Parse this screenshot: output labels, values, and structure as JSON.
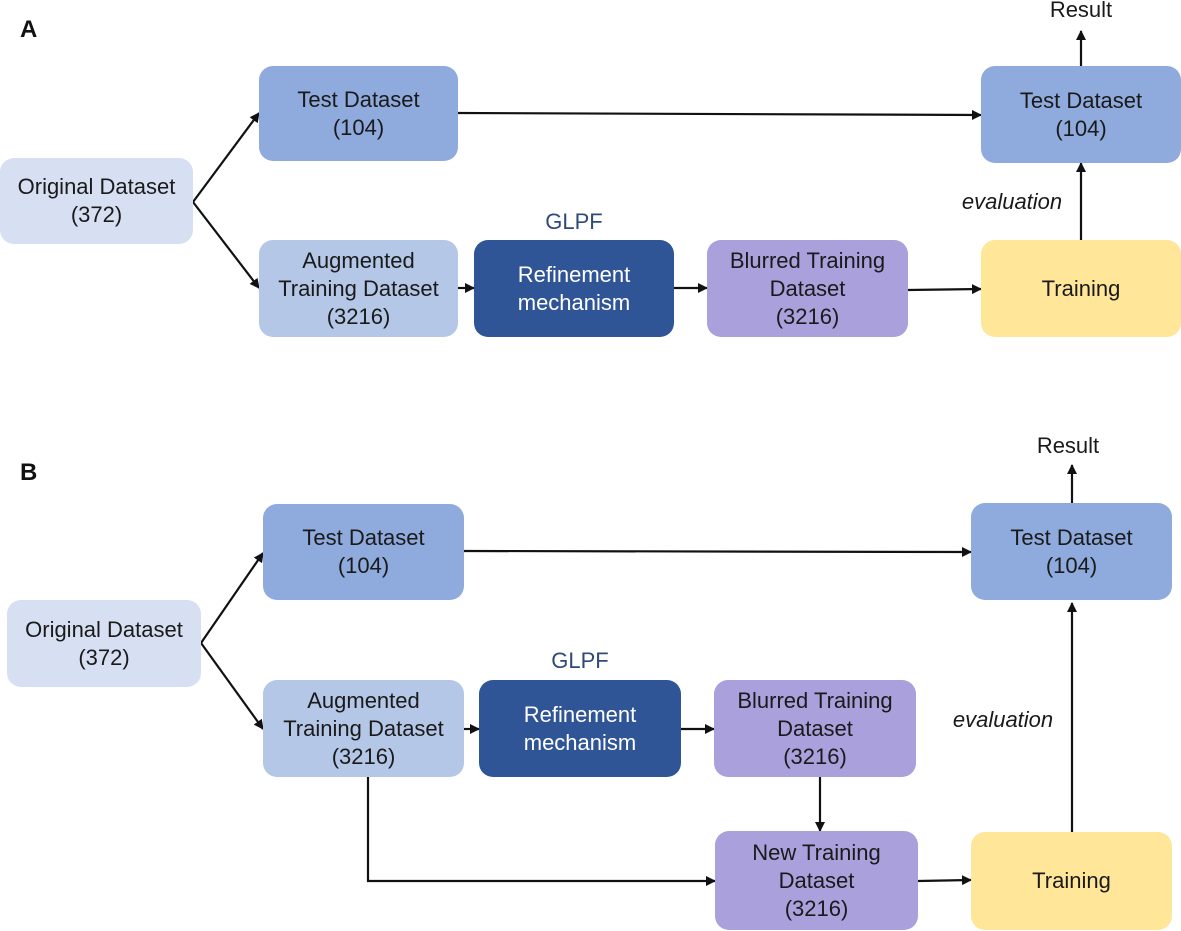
{
  "panel_a": {
    "label": "A",
    "original_dataset": "Original Dataset\n(372)",
    "test_dataset": "Test Dataset\n(104)",
    "augmented_training_dataset": "Augmented\nTraining Dataset\n(3216)",
    "refinement_mechanism": "Refinement\nmechanism",
    "glpf": "GLPF",
    "blurred_training_dataset": "Blurred Training\nDataset\n(3216)",
    "training": "Training",
    "test_dataset_eval": "Test Dataset\n(104)",
    "evaluation": "evaluation",
    "result": "Result"
  },
  "panel_b": {
    "label": "B",
    "original_dataset": "Original Dataset\n(372)",
    "test_dataset": "Test Dataset\n(104)",
    "augmented_training_dataset": "Augmented\nTraining Dataset\n(3216)",
    "refinement_mechanism": "Refinement\nmechanism",
    "glpf": "GLPF",
    "blurred_training_dataset": "Blurred Training\nDataset\n(3216)",
    "new_training_dataset": "New Training\nDataset\n(3216)",
    "training": "Training",
    "test_dataset_eval": "Test Dataset\n(104)",
    "evaluation": "evaluation",
    "result": "Result"
  },
  "colors": {
    "light_blue": "#d6e0f2",
    "mid_blue": "#b4c7e7",
    "blue": "#8faadc",
    "dark_blue": "#2f5597",
    "purple": "#a9a0dc",
    "yellow": "#ffe699"
  }
}
